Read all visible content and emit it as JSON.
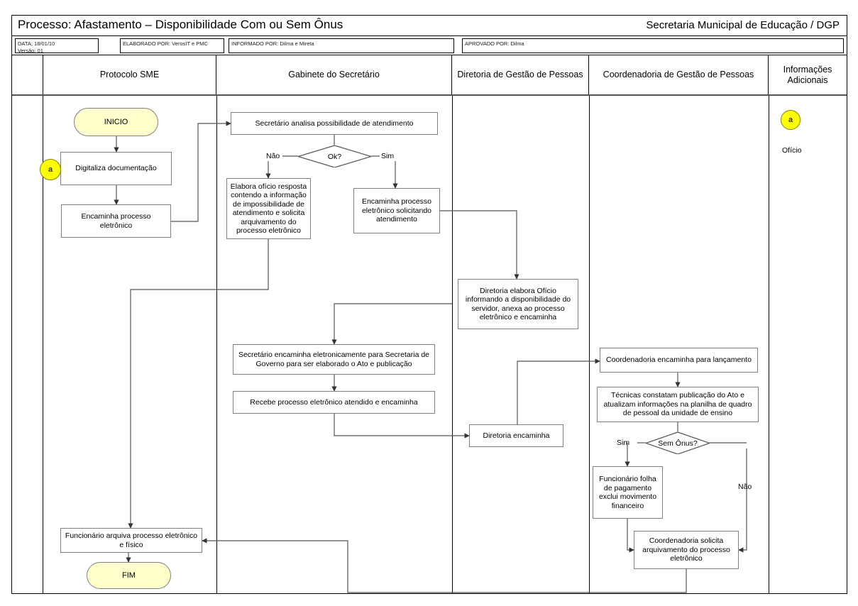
{
  "header": {
    "process_title": "Processo: Afastamento – Disponibilidade  Com ou Sem Ônus",
    "org_title": "Secretaria Municipal de Educação / DGP",
    "meta": {
      "date_line1": "DATA; 18/01/10",
      "date_line2": "Versão: 01",
      "elaborated_by": "ELABORADO POR: VerosIT e PMC",
      "informed_by": "INFORMADO POR: Dilma e Mireta",
      "approved_by": "APROVADO POR:  Dilma"
    }
  },
  "lanes": [
    {
      "label": "Protocolo SME"
    },
    {
      "label": "Gabinete do Secretário"
    },
    {
      "label": "Diretoria de Gestão de Pessoas"
    },
    {
      "label": "Coordenadoria de Gestão de Pessoas"
    },
    {
      "label": "Informações Adicionais"
    }
  ],
  "nodes": {
    "inicio": "INICIO",
    "digitaliza": "Digitaliza documentação",
    "encaminha_proc_elet": "Encaminha processo eletrônico",
    "secretario_analisa": "Secretário analisa possibilidade de atendimento",
    "decision_ok": "Ok?",
    "elabora_oficio": "Elabora ofício resposta contendo a informação de impossibilidade de atendimento e solicita arquivamento do processo eletrônico",
    "encaminha_solicitando": "Encaminha processo eletrônico solicitando atendimento",
    "diretoria_elabora": "Diretoria elabora Ofício informando a disponibilidade do servidor, anexa ao processo eletrônico e encaminha",
    "secretario_encaminha": "Secretário encaminha eletronicamente para Secretaria de Governo para ser elaborado o Ato e publicação",
    "recebe_processo": "Recebe processo eletrônico atendido e encaminha",
    "diretoria_encaminha": "Diretoria encaminha",
    "coord_encaminha": "Coordenadoria encaminha para lançamento",
    "tecnicas_constatam": "Técnicas constatam publicação do Ato e atualizam informações na planilha de quadro de pessoal da unidade de ensino",
    "decision_sem_onus": "Sem Ônus?",
    "funcionario_folha": "Funcionário folha de pagamento exclui movimento financeiro",
    "coord_solicita": "Coordenadoria solicita arquivamento do processo eletrônico",
    "funcionario_arquiva": "Funcionário arquiva processo eletrônico e físico",
    "fim": "FIM"
  },
  "edge_labels": {
    "nao_ok": "Não",
    "sim_ok": "Sim",
    "sim_onus": "Sim",
    "nao_onus": "Não"
  },
  "connectors": {
    "a_left": "a",
    "a_right": "a",
    "a_note": "Ofício"
  },
  "colors": {
    "terminal_fill": "#ffffcc",
    "connector_fill": "#ffff00",
    "node_border": "#808080",
    "frame": "#000000"
  }
}
